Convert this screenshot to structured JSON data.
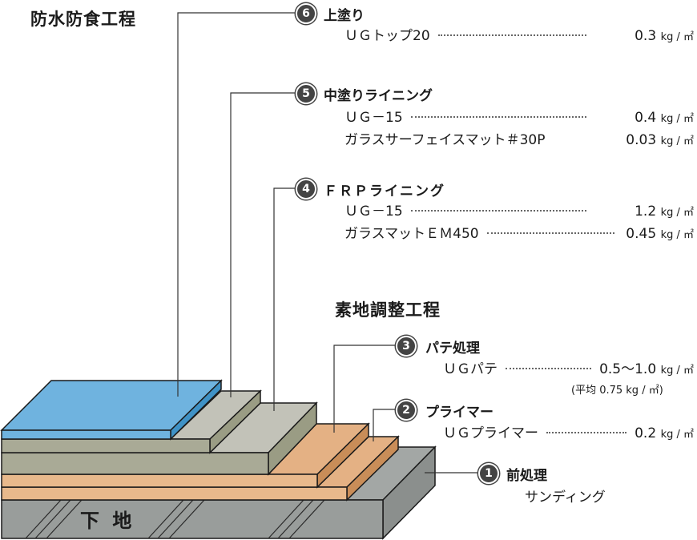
{
  "sections": {
    "waterproof_title": "防水防食工程",
    "substrate_title": "素地調整工程"
  },
  "steps": [
    {
      "number": "6",
      "title": "上塗り",
      "items": [
        {
          "name": "ＵＧトップ20",
          "value": "0.3",
          "unit": "kg / ㎡"
        }
      ]
    },
    {
      "number": "5",
      "title": "中塗りライニング",
      "items": [
        {
          "name": "ＵＧ－15",
          "value": "0.4",
          "unit": "kg / ㎡"
        },
        {
          "name": "ガラスサーフェイスマット＃30P",
          "value": "0.03",
          "unit": "kg / ㎡"
        }
      ]
    },
    {
      "number": "4",
      "title": "ＦＲＰライニング",
      "items": [
        {
          "name": "ＵＧ－15",
          "value": "1.2",
          "unit": "kg / ㎡"
        },
        {
          "name": "ガラスマットＥＭ450",
          "value": "0.45",
          "unit": "kg / ㎡"
        }
      ]
    },
    {
      "number": "3",
      "title": "パテ処理",
      "items": [
        {
          "name": "ＵＧパテ",
          "value": "0.5〜1.0",
          "unit": "kg / ㎡",
          "note": "(平均 0.75 kg / ㎡)"
        }
      ]
    },
    {
      "number": "2",
      "title": "プライマー",
      "items": [
        {
          "name": "ＵＧプライマー",
          "value": "0.2",
          "unit": "kg / ㎡"
        }
      ]
    },
    {
      "number": "1",
      "title": "前処理",
      "items": [
        {
          "name": "サンディング"
        }
      ]
    }
  ],
  "diagram": {
    "base_label": "下 地",
    "colors": {
      "topcoat": "#6fb3df",
      "topcoat_side": "#3f92c6",
      "lining_top": "#c2c2b8",
      "lining_front": "#a9aa96",
      "lining_side": "#9a9c84",
      "putty_top": "#e4b184",
      "putty_front": "#e8b98c",
      "putty_side": "#c98d58",
      "base_top": "#a3a7a5",
      "base_front": "#999d9b",
      "base_side": "#8b8f8d",
      "outline": "#1a1a1a"
    }
  }
}
